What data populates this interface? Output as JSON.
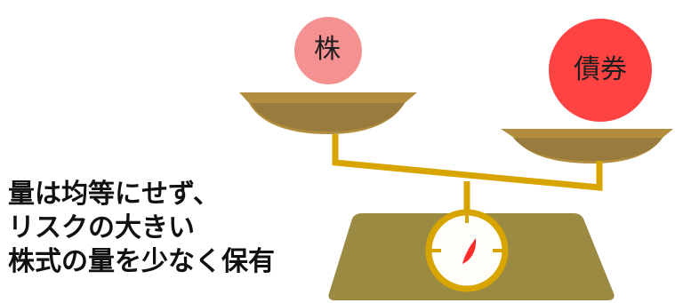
{
  "labels": {
    "stock": "株",
    "bond": "債券"
  },
  "caption": {
    "lines": [
      "量は均等にせず、",
      "リスクの大きい",
      "株式の量を少なく保有"
    ]
  },
  "colors": {
    "stock_circle": "#f59191",
    "bond_circle": "#ff4343",
    "pan_outer": "#b18d3d",
    "pan_inner": "#94793e",
    "beam": "#d8a400",
    "scale_base": "#9b8a42",
    "dial_border": "#d8a400",
    "dial_face": "#fffdf7",
    "needle": "#ff2e2e",
    "text": "#111111"
  },
  "icons": {
    "balance_scale": "balance-scale-icon",
    "dial": "gauge-dial-icon"
  }
}
